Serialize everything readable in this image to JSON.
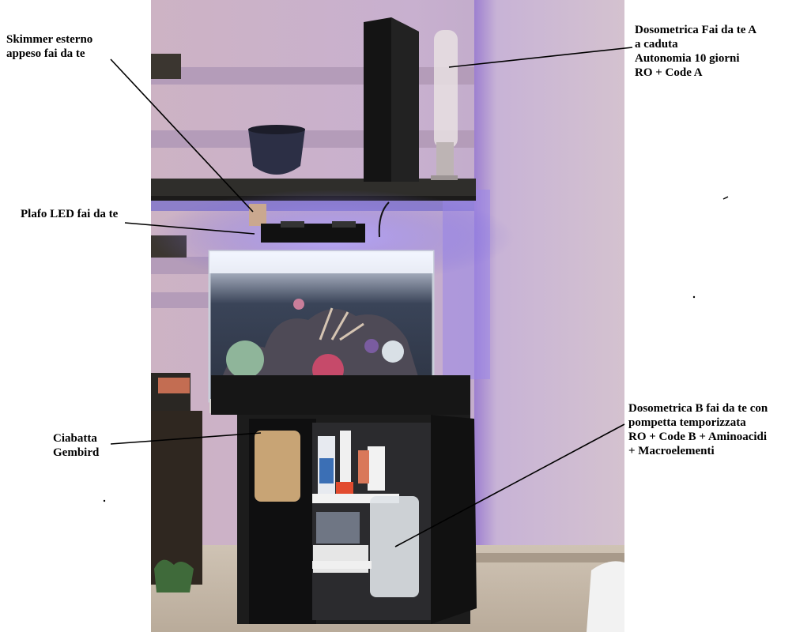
{
  "annotations": {
    "skimmer": [
      "Skimmer esterno",
      "appeso fai da te"
    ],
    "plafo": [
      "Plafo LED fai da te"
    ],
    "ciabatta": [
      "Ciabatta",
      "Gembird"
    ],
    "dosometrica_a": [
      "Dosometrica Fai da te A",
      "a caduta",
      "Autonomia 10 giorni",
      "RO + Code A"
    ],
    "dosometrica_b": [
      "Dosometrica B fai da te con",
      "pompetta temporizzata",
      "RO + Code B + Aminoacidi",
      "+ Macroelementi"
    ]
  },
  "colors": {
    "wall_light": "#d9c3cf",
    "wall_stripe": "#b39bb6",
    "shelf": "#2f2f2c",
    "furniture": "#1a1a1a",
    "led_glow": "#8f7cff",
    "water": "#e6eef8",
    "label_text": "#000000"
  }
}
